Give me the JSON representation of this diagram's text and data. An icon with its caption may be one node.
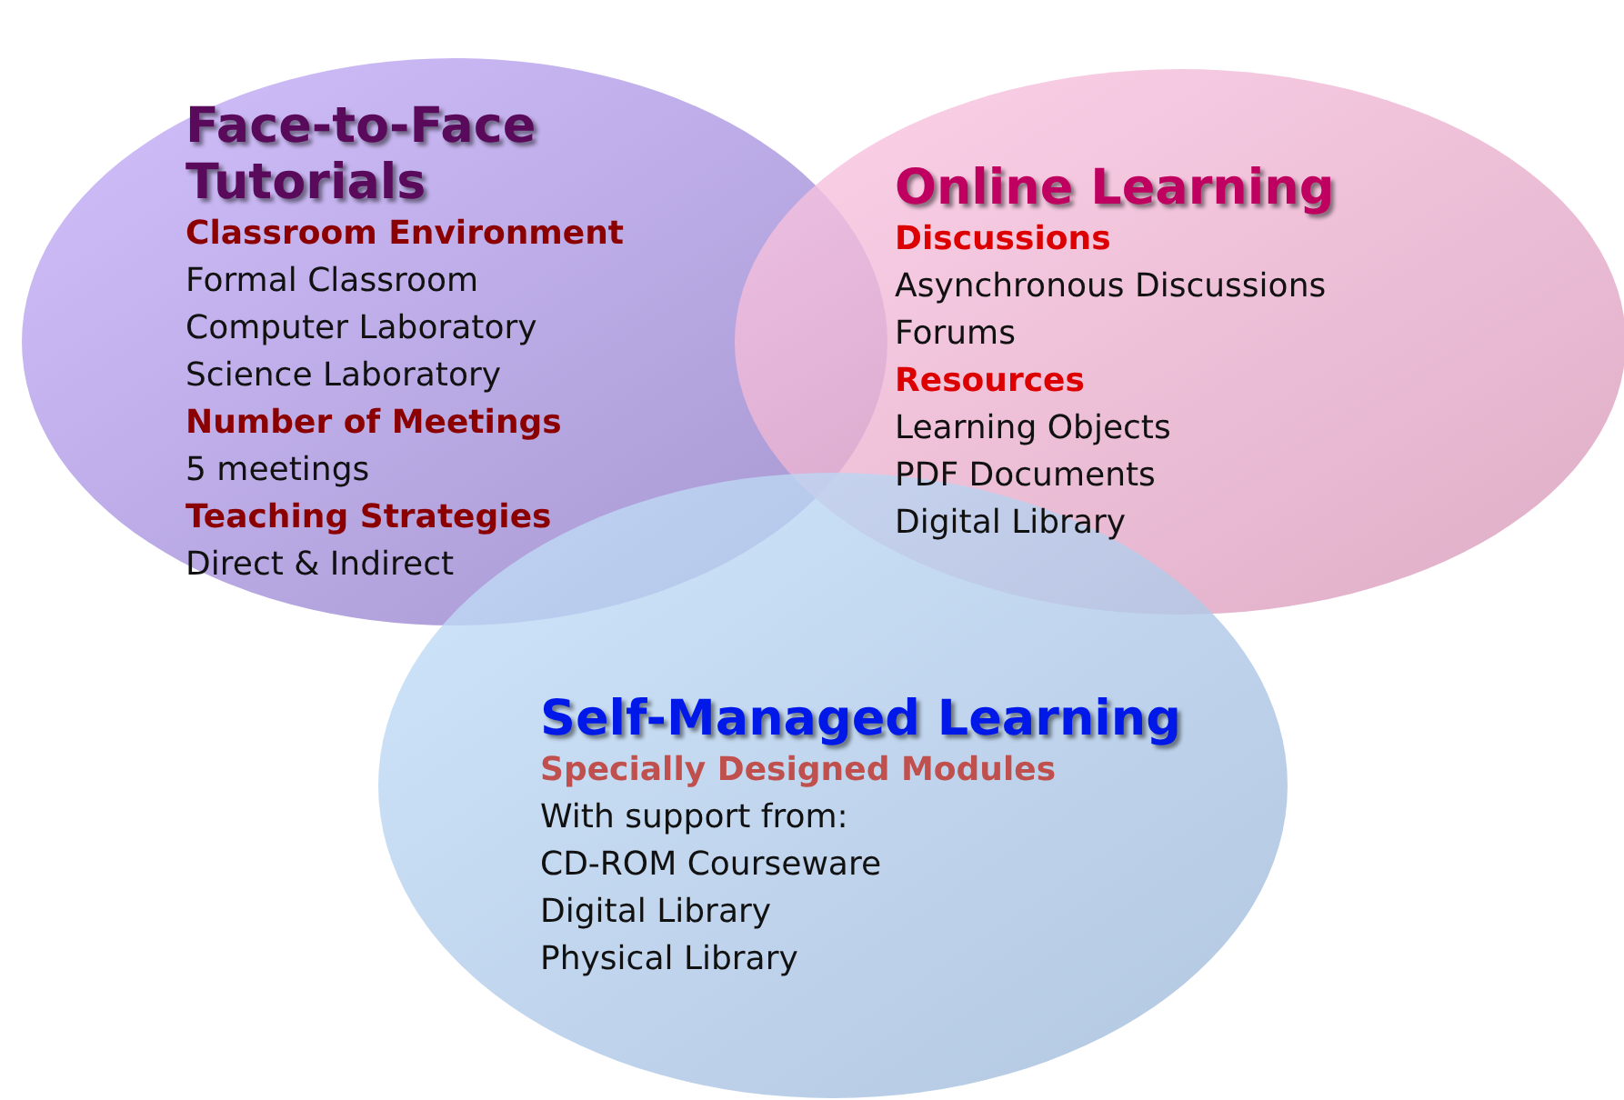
{
  "diagram": {
    "nodes": [
      {
        "text": [
          "Face-to-Face Tutorials",
          "Classroom Environment",
          "Formal Classroom",
          "Computer Laboratory",
          "Science Laboratory",
          "Number of Meetings",
          "5 meetings",
          "Teaching Strategies",
          "Direct & Indirect"
        ]
      },
      {
        "text": [
          "Online Learning",
          "Discussions",
          "Asynchronous Discussions",
          "Forums",
          "Resources",
          "Learning Objects",
          "PDF Documents",
          "Digital Library"
        ]
      },
      {
        "text": [
          "Self-Managed Learning",
          "Specially Designed Modules",
          "With support from:",
          "CD-ROM Courseware",
          "Digital Library",
          "Physical Library"
        ]
      }
    ]
  }
}
